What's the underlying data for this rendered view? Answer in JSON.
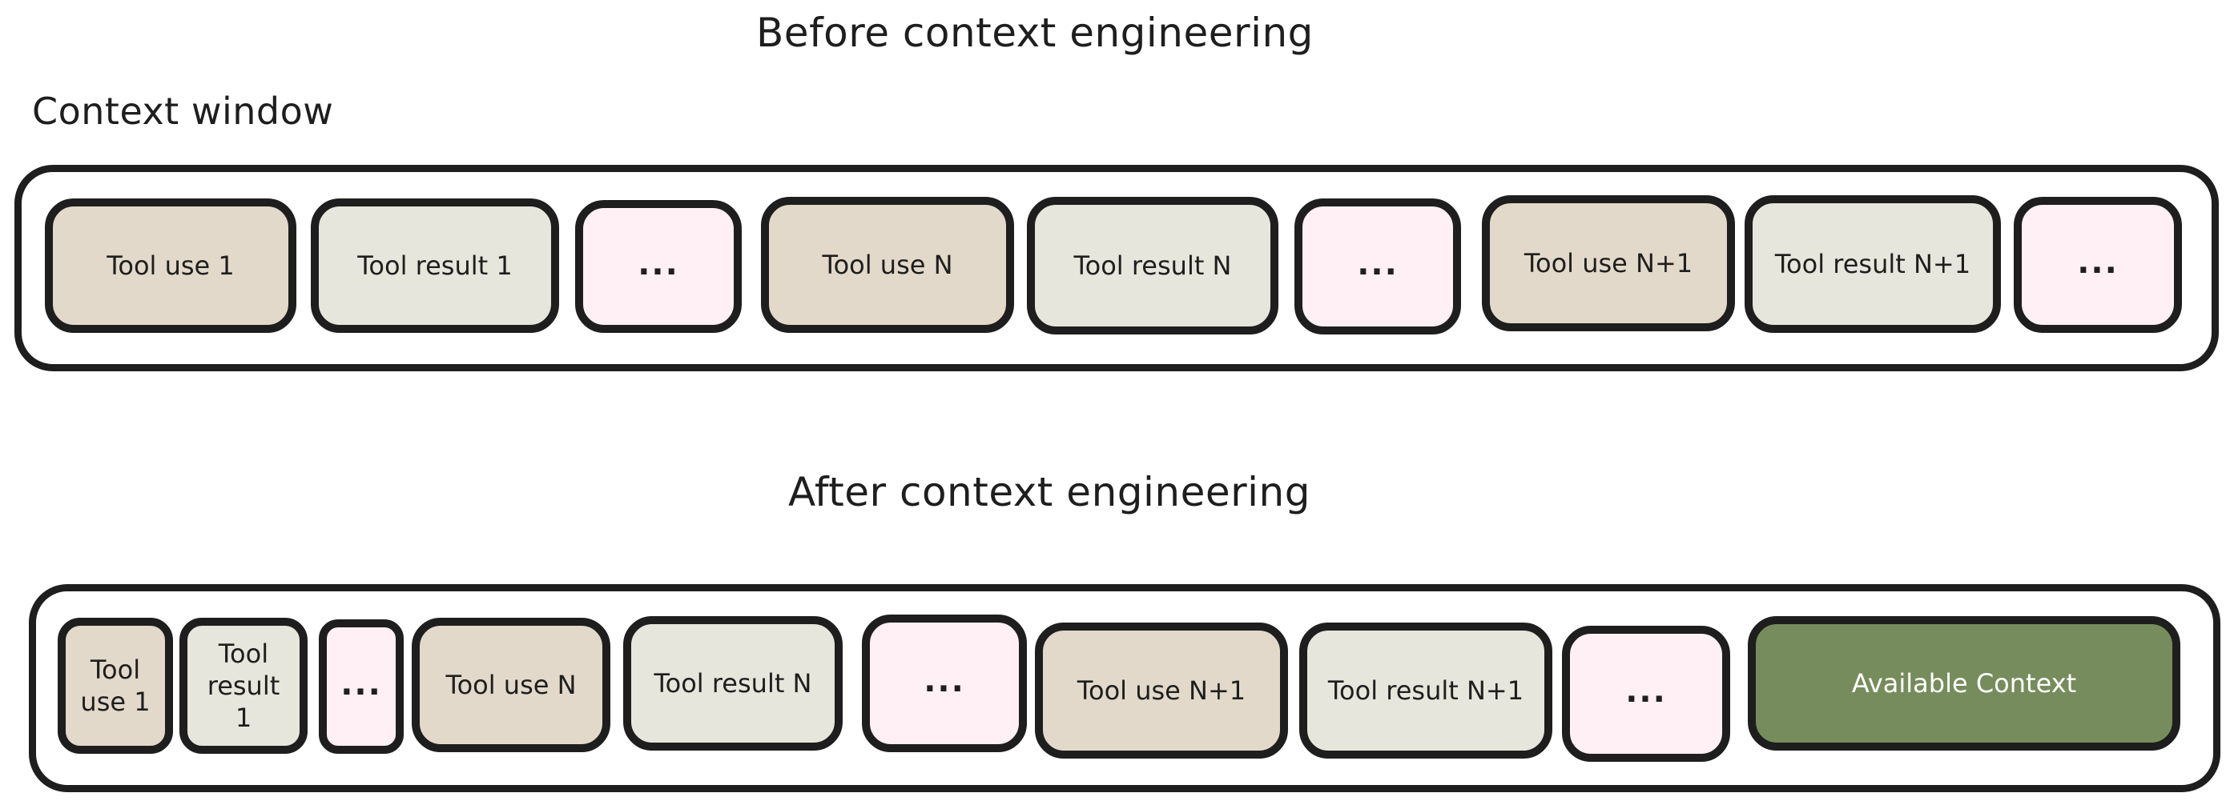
{
  "before": {
    "title": "Before context engineering",
    "window_label": "Context window",
    "blocks": [
      {
        "type": "tool-use",
        "label": "Tool use 1"
      },
      {
        "type": "tool-result",
        "label": "Tool result 1"
      },
      {
        "type": "ellipsis",
        "label": "..."
      },
      {
        "type": "tool-use",
        "label": "Tool use N"
      },
      {
        "type": "tool-result",
        "label": "Tool result N"
      },
      {
        "type": "ellipsis",
        "label": "..."
      },
      {
        "type": "tool-use",
        "label": "Tool use N+1"
      },
      {
        "type": "tool-result",
        "label": "Tool result N+1"
      },
      {
        "type": "ellipsis",
        "label": "..."
      }
    ]
  },
  "after": {
    "title": "After context engineering",
    "blocks": [
      {
        "type": "tool-use",
        "label": "Tool use 1"
      },
      {
        "type": "tool-result",
        "label": "Tool result 1"
      },
      {
        "type": "ellipsis",
        "label": "..."
      },
      {
        "type": "tool-use",
        "label": "Tool use N"
      },
      {
        "type": "tool-result",
        "label": "Tool result N"
      },
      {
        "type": "ellipsis",
        "label": "..."
      },
      {
        "type": "tool-use",
        "label": "Tool use N+1"
      },
      {
        "type": "tool-result",
        "label": "Tool result N+1"
      },
      {
        "type": "ellipsis",
        "label": "..."
      },
      {
        "type": "available",
        "label": "Available Context"
      }
    ]
  },
  "colors": {
    "tool_use": "#e2d9ca",
    "tool_result": "#e6e6dc",
    "ellipsis": "#fff0f5",
    "available": "#778c5c",
    "stroke": "#1e1e1e"
  }
}
